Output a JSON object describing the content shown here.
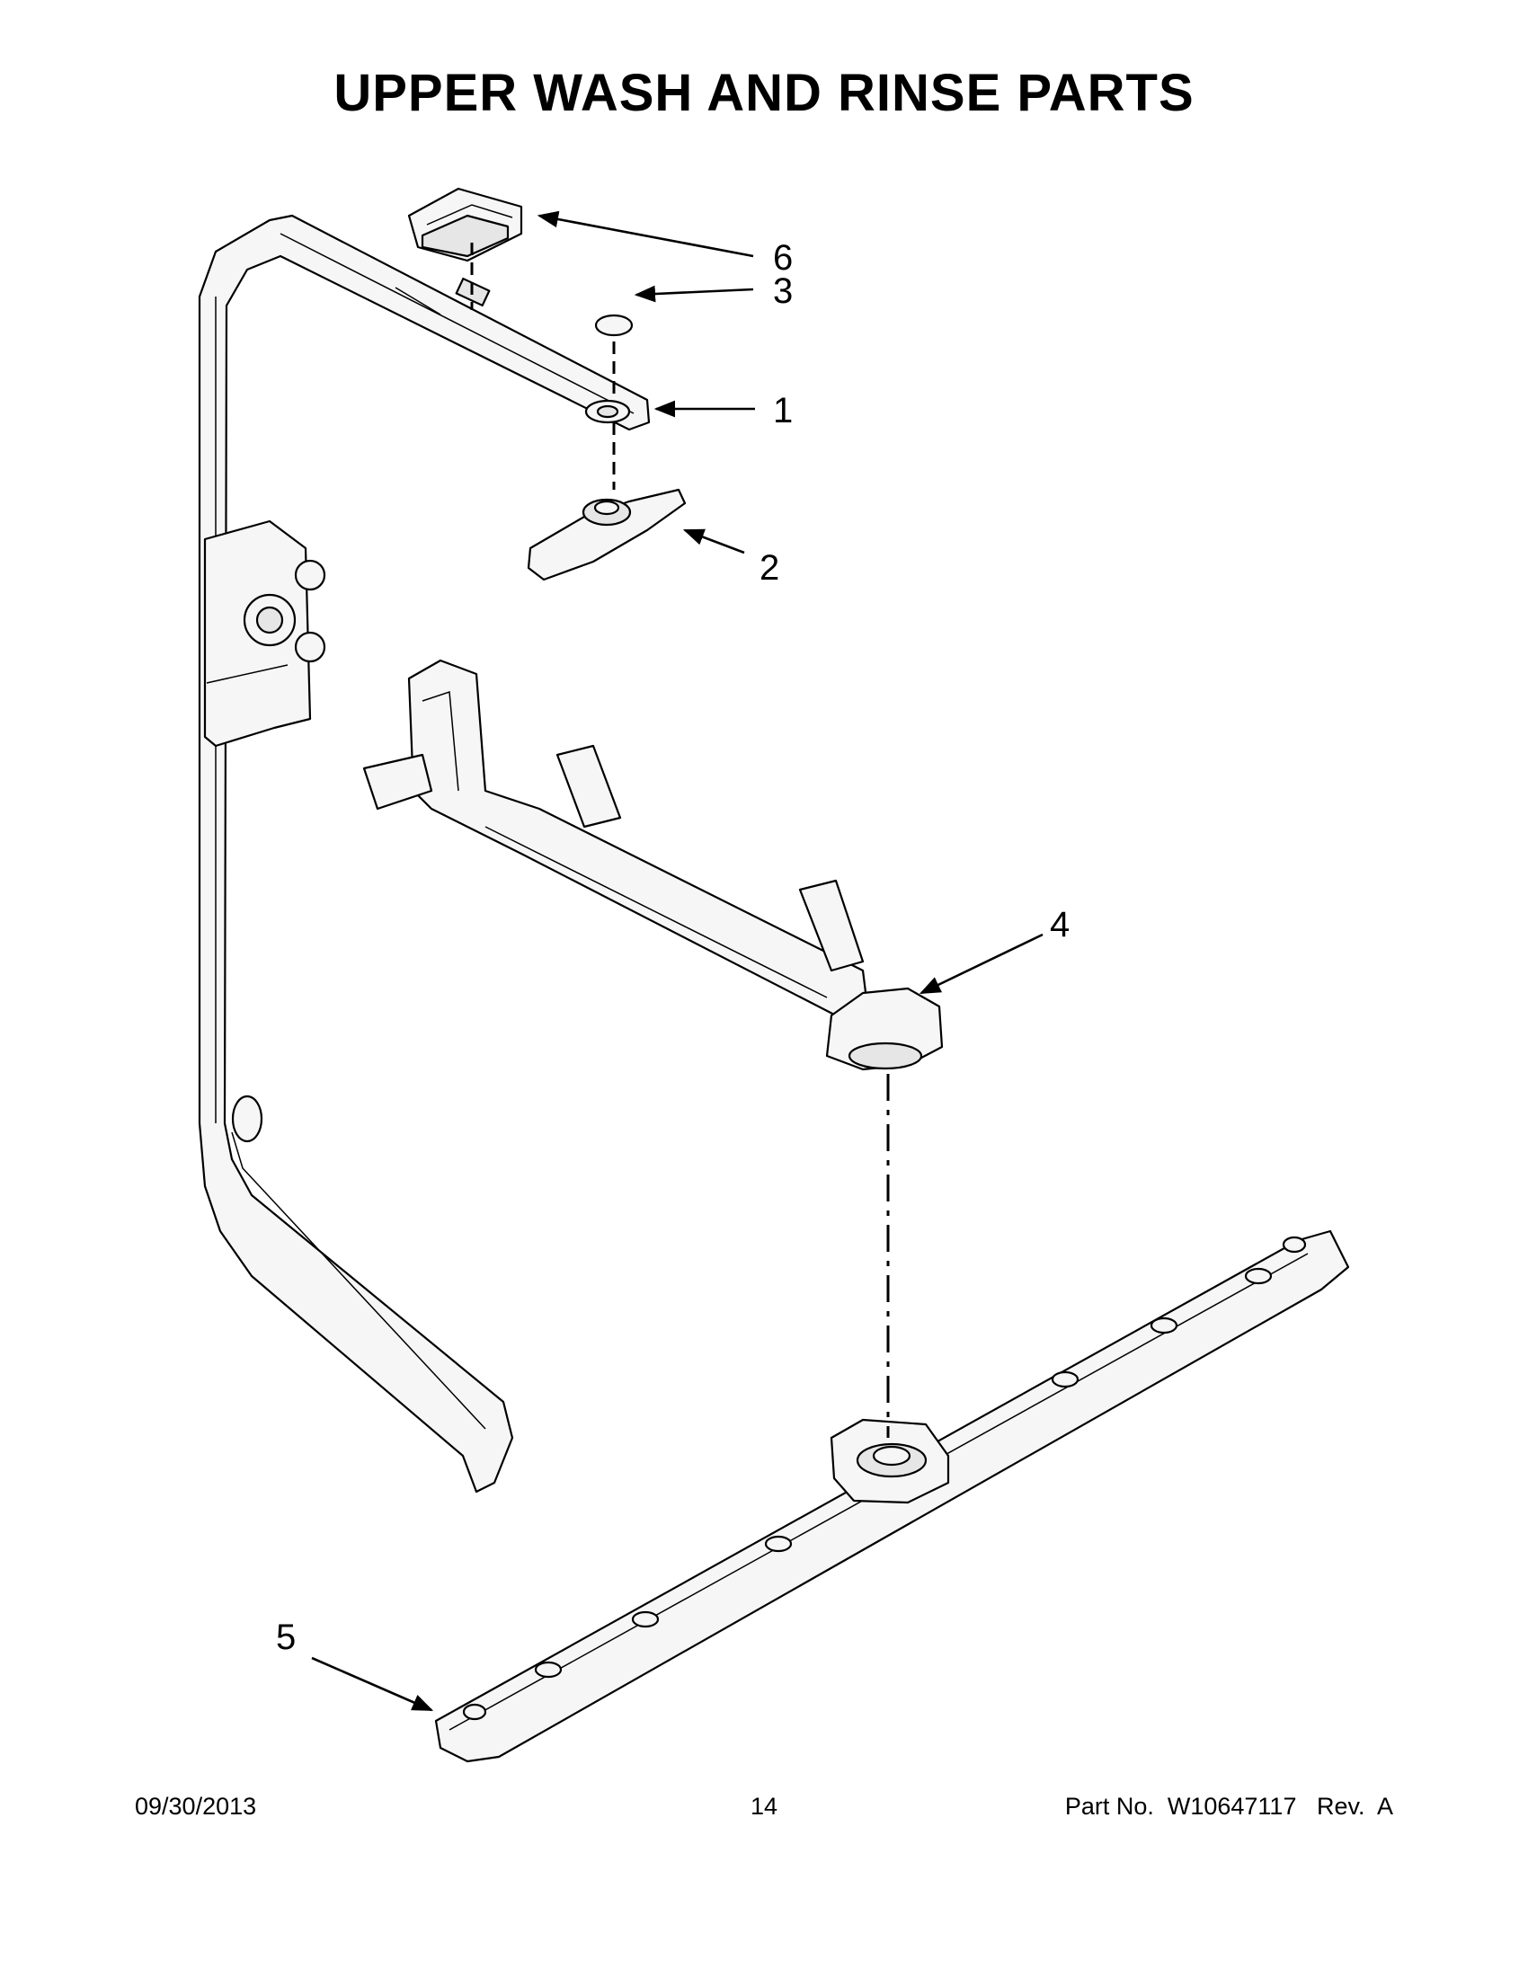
{
  "title": "UPPER WASH AND RINSE PARTS",
  "callouts": [
    {
      "id": "1",
      "label": "1"
    },
    {
      "id": "2",
      "label": "2"
    },
    {
      "id": "3",
      "label": "3"
    },
    {
      "id": "4",
      "label": "4"
    },
    {
      "id": "5",
      "label": "5"
    },
    {
      "id": "6",
      "label": "6"
    }
  ],
  "footer": {
    "date": "09/30/2013",
    "page": "14",
    "part_number": "Part No.  W10647117   Rev.  A"
  }
}
